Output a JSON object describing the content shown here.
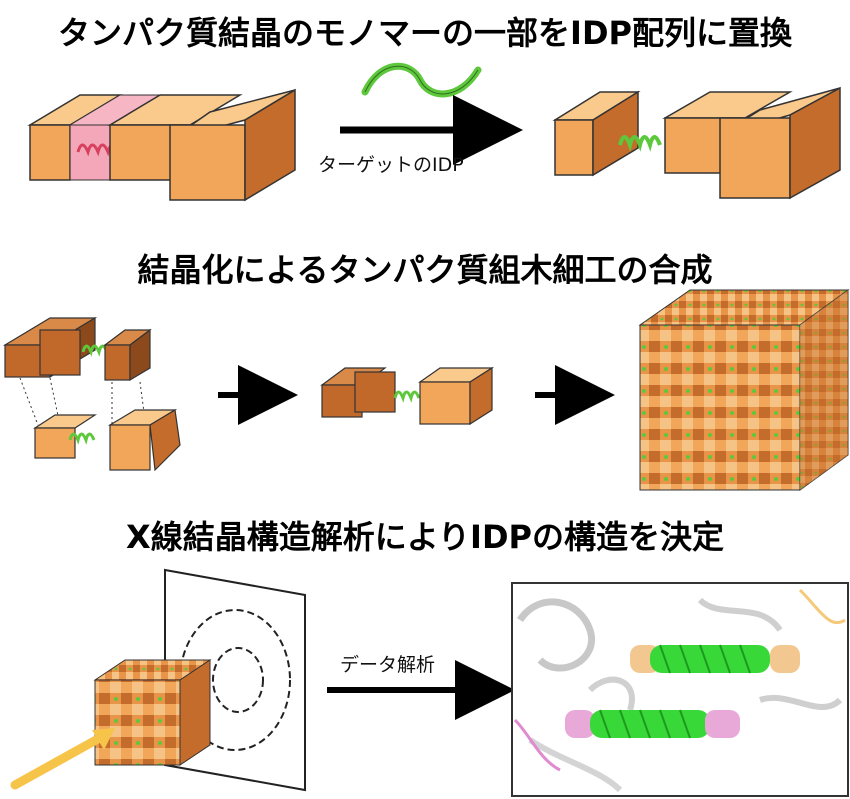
{
  "section1": {
    "title": "タンパク質結晶のモノマーの一部をIDP配列に置換",
    "arrow_label": "ターゲットのIDP"
  },
  "section2": {
    "title": "結晶化によるタンパク質組木細工の合成"
  },
  "section3": {
    "title": "X線結晶構造解析によりIDPの構造を決定",
    "arrow_label": "データ解析"
  },
  "colors": {
    "block_front": "#f2a65a",
    "block_top": "#fac98c",
    "block_side": "#c46c2c",
    "dark_front": "#c0692a",
    "idp_green": "#5ec83c",
    "replaced_region": "#f08aa0",
    "helix_red": "#d84060",
    "xray_beam": "#f7c44a"
  },
  "icons": [
    "protein-block-icon",
    "idp-helix-icon",
    "idp-coil-icon",
    "crystal-lattice-icon",
    "detector-screen-icon",
    "xray-beam-icon",
    "structure-render-icon"
  ]
}
